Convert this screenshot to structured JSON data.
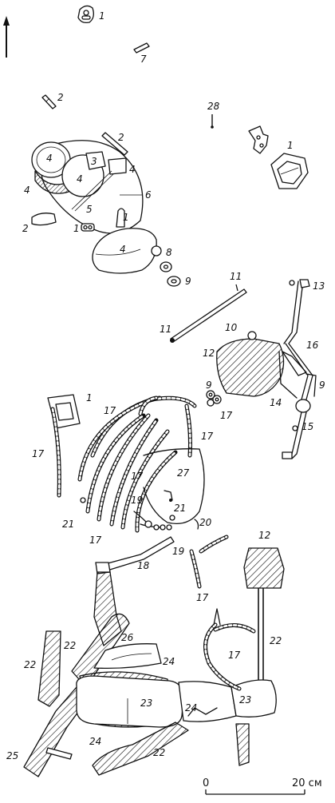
{
  "labels": {
    "l1": "1",
    "l2": "2",
    "l3": "3",
    "l4": "4",
    "l5": "5",
    "l6": "6",
    "l7": "7",
    "l8": "8",
    "l9": "9",
    "l10": "10",
    "l11": "11",
    "l12": "12",
    "l13": "13",
    "l14": "14",
    "l15": "15",
    "l16": "16",
    "l17": "17",
    "l18": "18",
    "l19": "19",
    "l20": "20",
    "l21": "21",
    "l22": "22",
    "l23": "23",
    "l24": "24",
    "l25": "25",
    "l26": "26",
    "l27": "27",
    "l28": "28"
  },
  "scale": {
    "start_label": "0",
    "end_label": "20 см"
  },
  "icons": {
    "north_arrow": "north-arrow-icon"
  }
}
